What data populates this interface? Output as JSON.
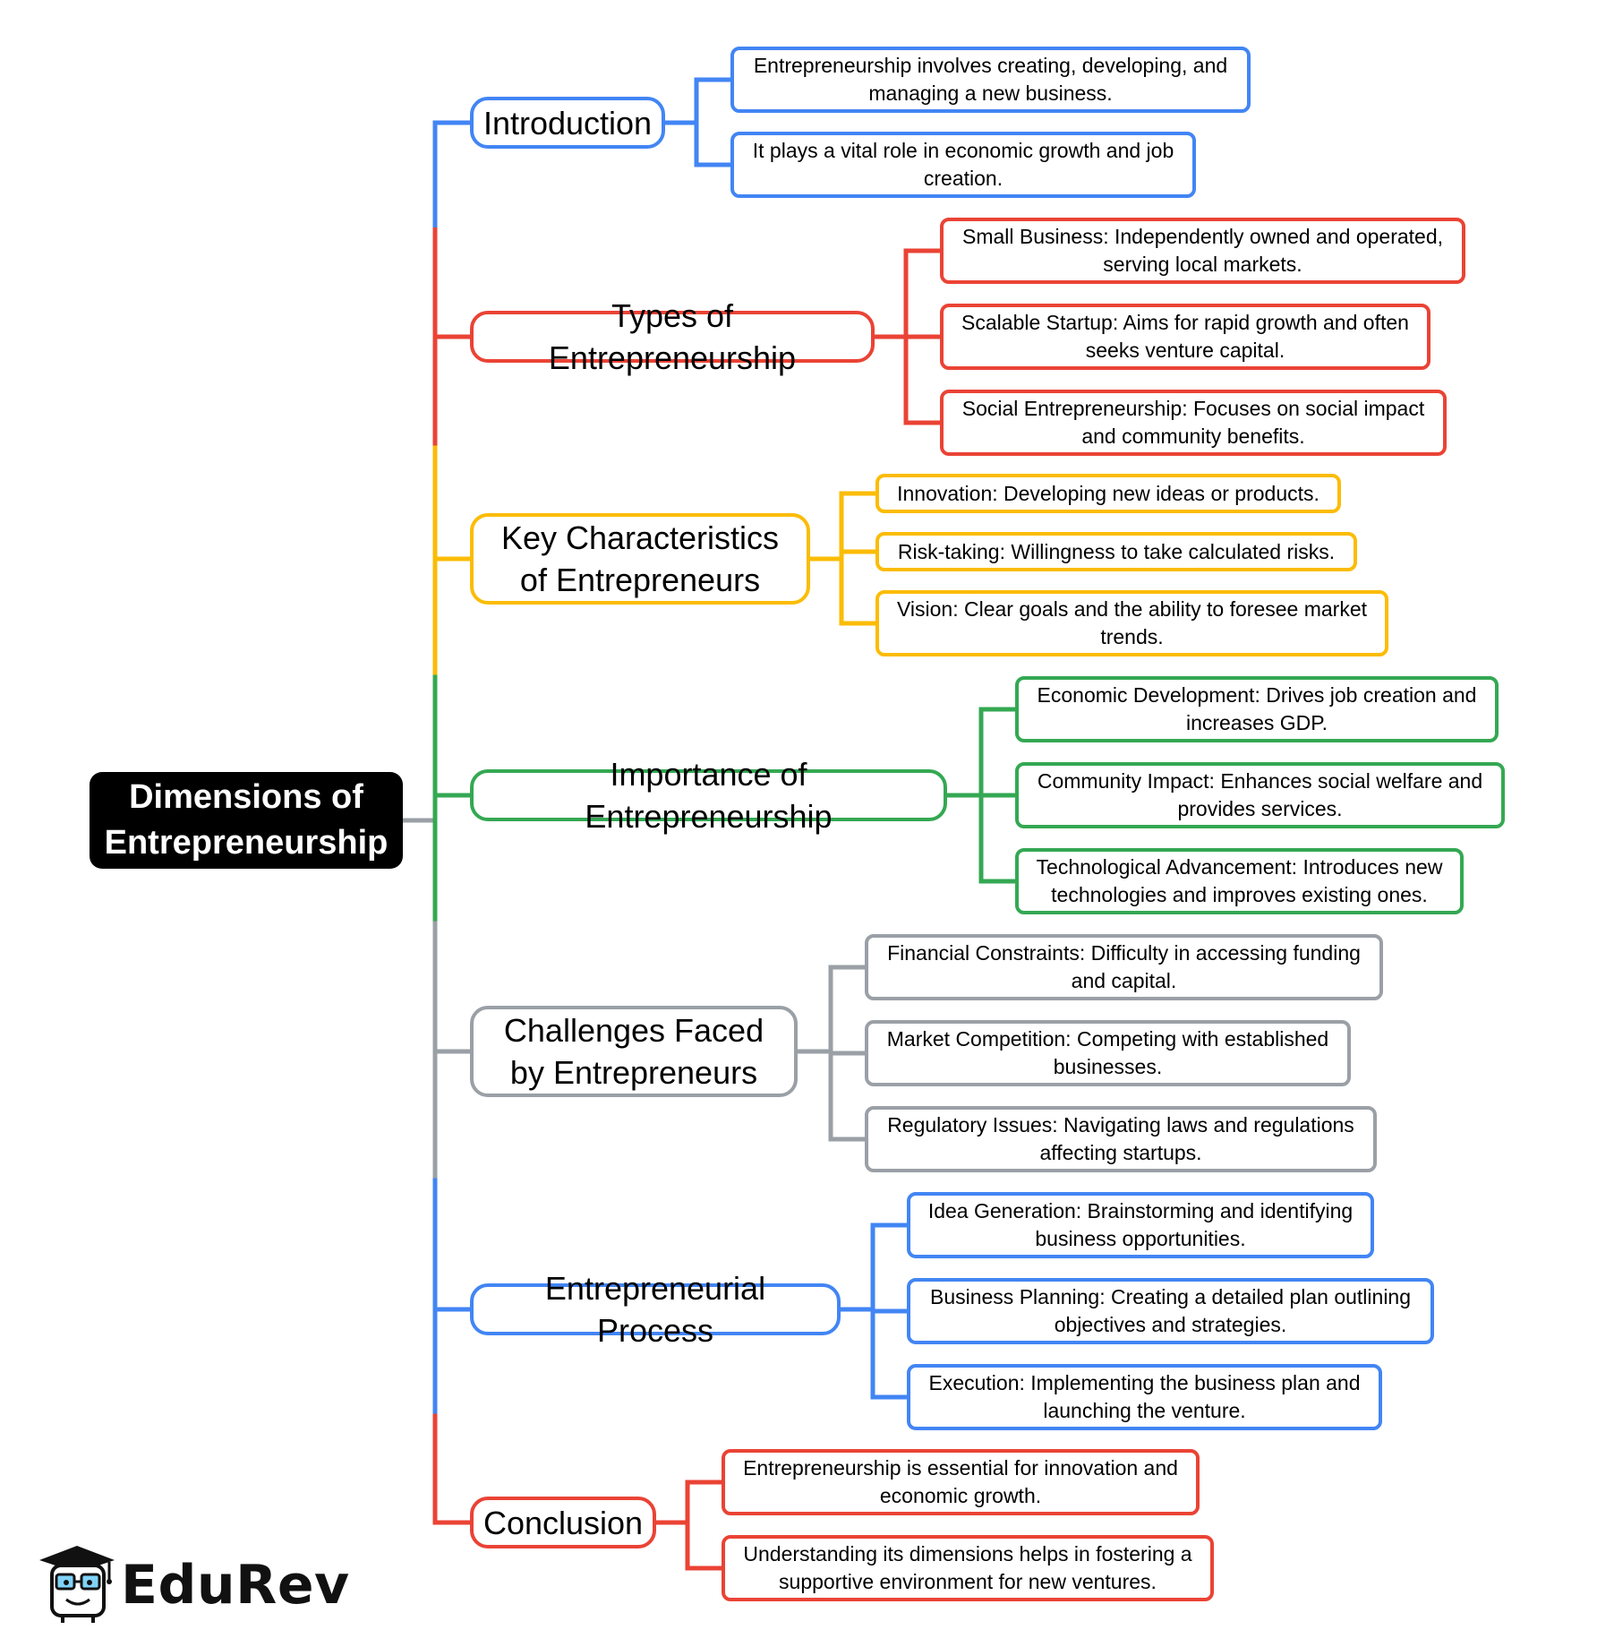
{
  "root": {
    "label": "Dimensions of Entrepreneurship"
  },
  "colors": {
    "blue": "#4285F4",
    "red": "#EA4335",
    "yellow": "#FBBC04",
    "green": "#34A853",
    "gray": "#9AA0A6"
  },
  "branches": [
    {
      "label": "Introduction",
      "color": "blue",
      "children": [
        "Entrepreneurship involves creating, developing, and managing a new business.",
        "It plays a vital role in economic growth and job creation."
      ]
    },
    {
      "label": "Types of Entrepreneurship",
      "color": "red",
      "children": [
        "Small Business: Independently owned and operated, serving local markets.",
        "Scalable Startup: Aims for rapid growth and often seeks venture capital.",
        "Social Entrepreneurship: Focuses on social impact and community benefits."
      ]
    },
    {
      "label": "Key Characteristics of Entrepreneurs",
      "color": "yellow",
      "children": [
        "Innovation: Developing new ideas or products.",
        "Risk-taking: Willingness to take calculated risks.",
        "Vision: Clear goals and the ability to foresee market trends."
      ]
    },
    {
      "label": "Importance of Entrepreneurship",
      "color": "green",
      "children": [
        "Economic Development: Drives job creation and increases GDP.",
        "Community Impact: Enhances social welfare and provides services.",
        "Technological Advancement: Introduces new technologies and improves existing ones."
      ]
    },
    {
      "label": "Challenges Faced by Entrepreneurs",
      "color": "gray",
      "children": [
        "Financial Constraints: Difficulty in accessing funding and capital.",
        "Market Competition: Competing with established businesses.",
        "Regulatory Issues: Navigating laws and regulations affecting startups."
      ]
    },
    {
      "label": "Entrepreneurial Process",
      "color": "blue",
      "children": [
        "Idea Generation: Brainstorming and identifying business opportunities.",
        "Business Planning: Creating a detailed plan outlining objectives and strategies.",
        "Execution: Implementing the business plan and launching the venture."
      ]
    },
    {
      "label": "Conclusion",
      "color": "red",
      "children": [
        "Entrepreneurship is essential for innovation and economic growth.",
        "Understanding its dimensions helps in fostering a supportive environment for new ventures."
      ]
    }
  ],
  "logo": {
    "text": "EduRev",
    "icon": "graduate-mascot-icon"
  }
}
